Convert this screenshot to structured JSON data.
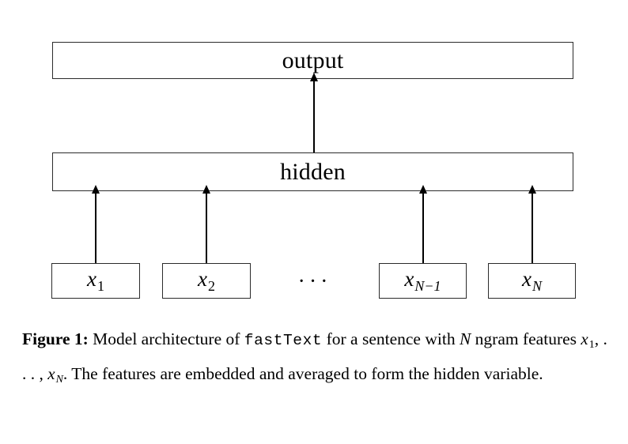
{
  "figure": {
    "nodes": {
      "output": {
        "label": "output"
      },
      "hidden": {
        "label": "hidden"
      },
      "inputs": [
        {
          "base": "x",
          "subscript": "1",
          "subscript_italic": false
        },
        {
          "base": "x",
          "subscript": "2",
          "subscript_italic": false
        },
        {
          "base": "x",
          "subscript": "N−1",
          "subscript_italic": true
        },
        {
          "base": "x",
          "subscript": "N",
          "subscript_italic": true
        }
      ],
      "ellipsis": "···"
    },
    "arrows": {
      "hidden_to_output": "arrow-up",
      "inputs_to_hidden_count": 4
    },
    "colors": {
      "box_border": "#2b2b2b",
      "arrow": "#000000",
      "text": "#000000",
      "background": "#ffffff"
    }
  },
  "caption": {
    "label": "Figure 1:",
    "part_1": " Model architecture of ",
    "mono_term": "fastText",
    "part_2": " for a sentence with ",
    "var_n": "N",
    "part_3": " ngram features ",
    "var_x1_base": "x",
    "var_x1_sub": "1",
    "part_4": ", . . . , ",
    "var_xn_base": "x",
    "var_xn_sub": "N",
    "part_5": ". The features are embedded and averaged to form the hidden variable.",
    "full_text": "Figure 1: Model architecture of fastText for a sentence with N ngram features x1, . . . , xN. The features are embedded and averaged to form the hidden variable."
  }
}
